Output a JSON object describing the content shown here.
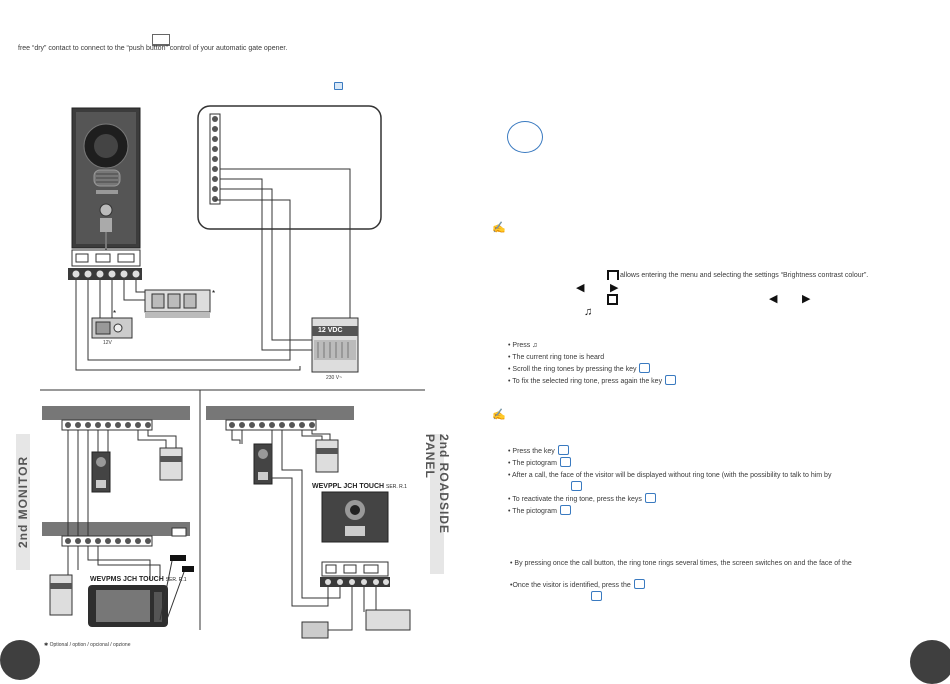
{
  "header": {
    "intro_text": "free “dry” contact to connect to the “push button” control of your automatic gate opener."
  },
  "diagram": {
    "psu_label": "12 VDC",
    "mains_label": "230 V~",
    "lock_label": "12V",
    "second_monitor_label": "2nd MONITOR",
    "second_roadside_label": "2nd ROADSIDE PANEL",
    "monitor_model": "WEVPMS JCH TOUCH",
    "monitor_suffix": "SER. R.1",
    "panel_model": "WEVPPL JCH TOUCH",
    "panel_suffix": "SER. R.1",
    "footnote": "Optional / option / opcional / opzione",
    "colors": {
      "line": "#333333",
      "device_gray": "#8a8a8a",
      "accent_blue": "#3a7ac0"
    }
  },
  "right": {
    "menu_line": "allows entering the menu and selecting the settings “Brightness contrast colour”.",
    "ringtone_steps": [
      "• Press",
      "• The current ring tone is heard",
      "• Scroll the ring tones by pressing the key",
      "• To fix the selected ring tone, press again the key"
    ],
    "mute_steps": [
      "• Press the key",
      "• The pictogram",
      "• After a call, the face of the visitor will be displayed without ring tone (with the possibility to talk to him by",
      "• To reactivate the ring tone, press the keys",
      "• The pictogram"
    ],
    "call_steps": [
      "• By pressing once the call button, the ring tone rings several times, the screen switches on and the face of the",
      "•Once the visitor is identified, press the"
    ]
  }
}
